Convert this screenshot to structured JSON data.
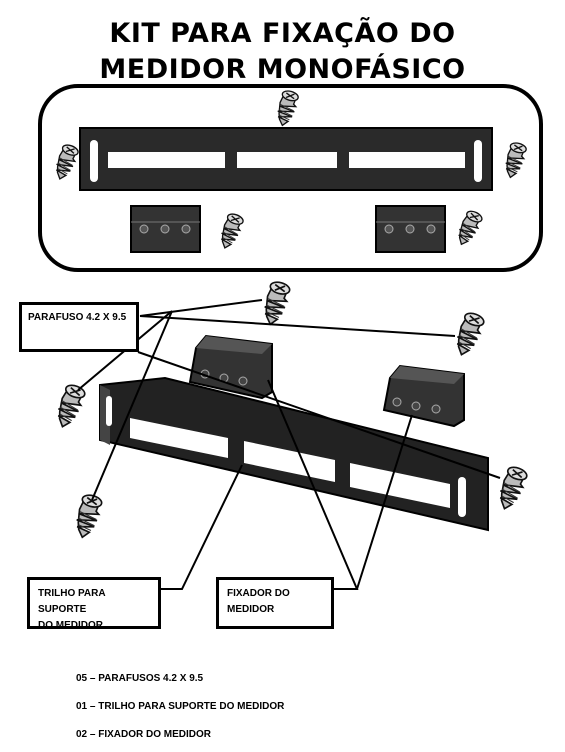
{
  "title": {
    "line1": "KIT PARA FIXAÇÃO DO",
    "line2": "MEDIDOR MONOFÁSICO"
  },
  "labels": {
    "parafuso": "PARAFUSO 4.2 X 9.5",
    "trilho_line1": "TRILHO PARA SUPORTE",
    "trilho_line2": "DO MEDIDOR",
    "fixador_line1": "FIXADOR DO",
    "fixador_line2": "MEDIDOR"
  },
  "parts_list": [
    "05 – PARAFUSOS 4.2 X 9.5",
    "01 – TRILHO PARA SUPORTE DO MEDIDOR",
    "02 – FIXADOR DO MEDIDOR"
  ],
  "icons": [
    "screw-icon",
    "rail-icon",
    "bracket-icon"
  ]
}
